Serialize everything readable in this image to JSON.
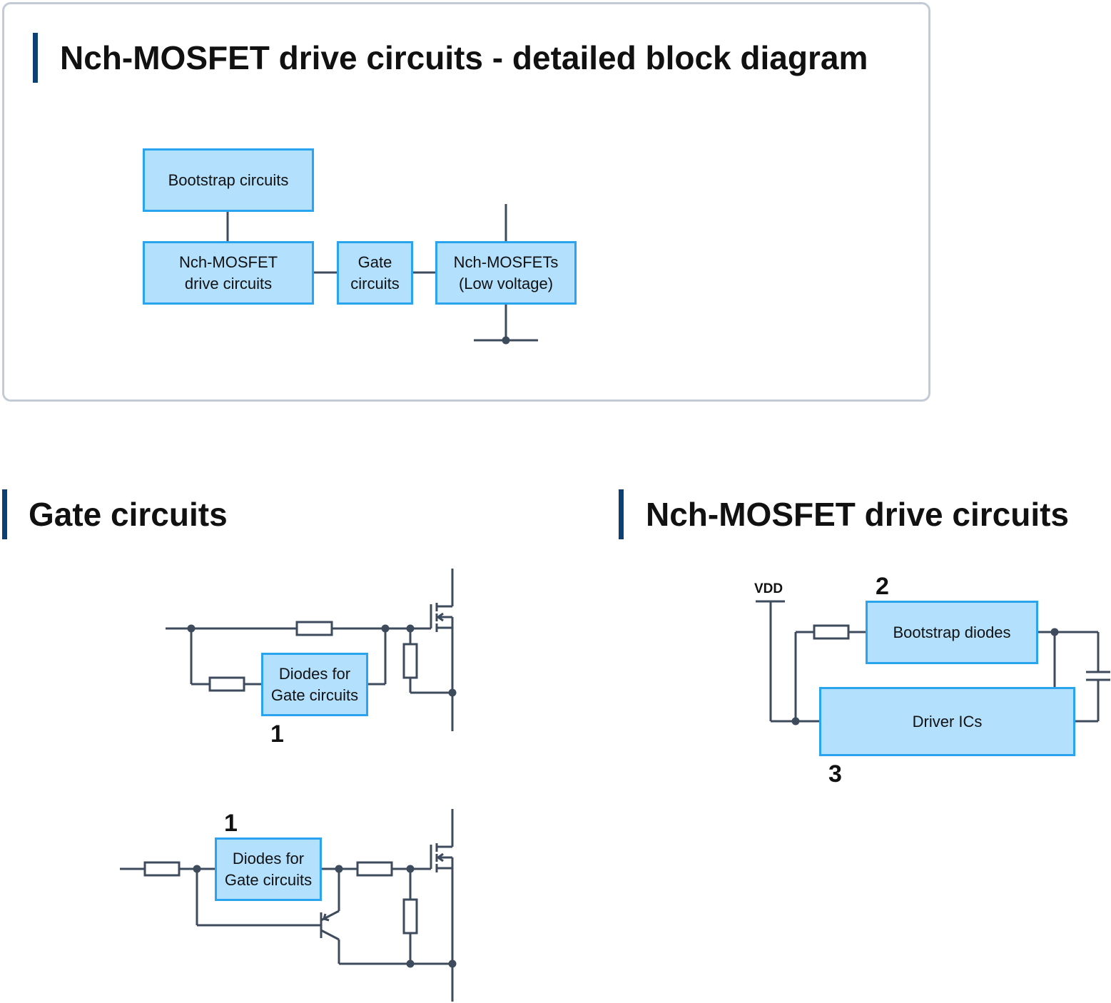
{
  "top_panel": {
    "title": "Nch-MOSFET drive circuits - detailed block diagram",
    "blocks": {
      "bootstrap": "Bootstrap circuits",
      "drive": "Nch-MOSFET\ndrive circuits",
      "gate": "Gate\ncircuits",
      "mosfets": "Nch-MOSFETs\n(Low voltage)"
    }
  },
  "gate_section": {
    "title": "Gate circuits",
    "circuit_a": {
      "box": "Diodes for\nGate circuits",
      "number": "1"
    },
    "circuit_b": {
      "box": "Diodes for\nGate circuits",
      "number": "1"
    }
  },
  "drive_section": {
    "title": "Nch-MOSFET drive circuits",
    "vdd_label": "VDD",
    "bootstrap_box": "Bootstrap diodes",
    "bootstrap_number": "2",
    "driver_box": "Driver ICs",
    "driver_number": "3"
  },
  "colors": {
    "accent_bar": "#0d3f73",
    "box_fill": "#b3e0fd",
    "box_border": "#2aa4ee",
    "wire": "#3d4b5c",
    "panel_border": "#c3ccd6"
  }
}
